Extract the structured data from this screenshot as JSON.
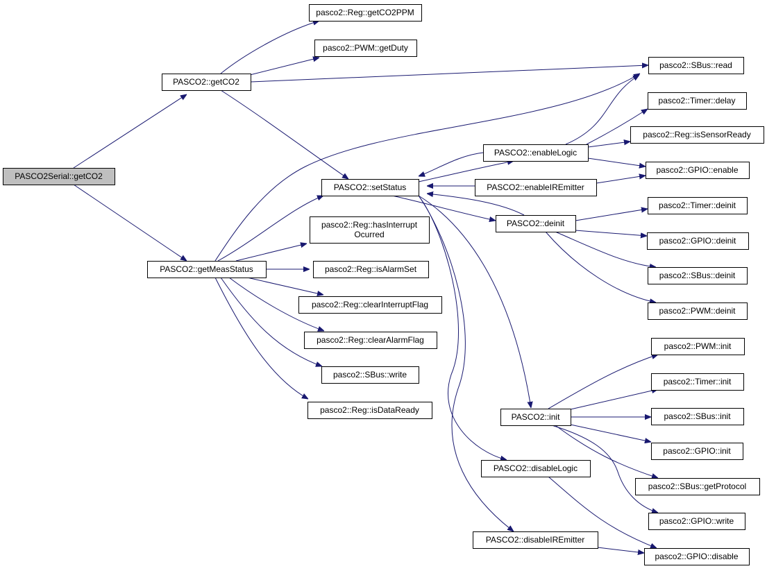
{
  "graph": {
    "colors": {
      "edge": "#191970",
      "root_fill": "#bfbfbf",
      "node_fill": "#ffffff",
      "border": "#000000"
    },
    "nodes": {
      "root": "PASCO2Serial::getCO2",
      "getCO2": "PASCO2::getCO2",
      "getMeasStatus": "PASCO2::getMeasStatus",
      "regGetCO2PPM": "pasco2::Reg::getCO2PPM",
      "pwmGetDuty": "pasco2::PWM::getDuty",
      "setStatus": "PASCO2::setStatus",
      "hasInterrupt": [
        "pasco2::Reg::hasInterrupt",
        "Ocurred"
      ],
      "isAlarmSet": "pasco2::Reg::isAlarmSet",
      "clearInterruptFlag": "pasco2::Reg::clearInterruptFlag",
      "clearAlarmFlag": "pasco2::Reg::clearAlarmFlag",
      "sbusWrite": "pasco2::SBus::write",
      "isDataReady": "pasco2::Reg::isDataReady",
      "enableLogic": "PASCO2::enableLogic",
      "enableIREmitter": "PASCO2::enableIREmitter",
      "deinit": "PASCO2::deinit",
      "init": "PASCO2::init",
      "disableLogic": "PASCO2::disableLogic",
      "disableIREmitter": "PASCO2::disableIREmitter",
      "sbusRead": "pasco2::SBus::read",
      "timerDelay": "pasco2::Timer::delay",
      "isSensorReady": "pasco2::Reg::isSensorReady",
      "gpioEnable": "pasco2::GPIO::enable",
      "timerDeinit": "pasco2::Timer::deinit",
      "gpioDeinit": "pasco2::GPIO::deinit",
      "sbusDeinit": "pasco2::SBus::deinit",
      "pwmDeinit": "pasco2::PWM::deinit",
      "pwmInit": "pasco2::PWM::init",
      "timerInit": "pasco2::Timer::init",
      "sbusInit": "pasco2::SBus::init",
      "gpioInit": "pasco2::GPIO::init",
      "sbusGetProtocol": "pasco2::SBus::getProtocol",
      "gpioWrite": "pasco2::GPIO::write",
      "gpioDisable": "pasco2::GPIO::disable"
    },
    "edges": [
      [
        "root",
        "getCO2"
      ],
      [
        "root",
        "getMeasStatus"
      ],
      [
        "getCO2",
        "regGetCO2PPM"
      ],
      [
        "getCO2",
        "pwmGetDuty"
      ],
      [
        "getCO2",
        "sbusRead"
      ],
      [
        "getCO2",
        "setStatus"
      ],
      [
        "getMeasStatus",
        "sbusRead"
      ],
      [
        "getMeasStatus",
        "setStatus"
      ],
      [
        "getMeasStatus",
        "hasInterrupt"
      ],
      [
        "getMeasStatus",
        "isAlarmSet"
      ],
      [
        "getMeasStatus",
        "clearInterruptFlag"
      ],
      [
        "getMeasStatus",
        "clearAlarmFlag"
      ],
      [
        "getMeasStatus",
        "sbusWrite"
      ],
      [
        "getMeasStatus",
        "isDataReady"
      ],
      [
        "setStatus",
        "enableLogic"
      ],
      [
        "setStatus",
        "deinit"
      ],
      [
        "setStatus",
        "init"
      ],
      [
        "setStatus",
        "disableLogic"
      ],
      [
        "setStatus",
        "disableIREmitter"
      ],
      [
        "enableLogic",
        "setStatus"
      ],
      [
        "enableIREmitter",
        "setStatus"
      ],
      [
        "deinit",
        "setStatus"
      ],
      [
        "enableLogic",
        "sbusRead"
      ],
      [
        "enableLogic",
        "timerDelay"
      ],
      [
        "enableLogic",
        "isSensorReady"
      ],
      [
        "enableLogic",
        "gpioEnable"
      ],
      [
        "enableIREmitter",
        "gpioEnable"
      ],
      [
        "deinit",
        "timerDeinit"
      ],
      [
        "deinit",
        "gpioDeinit"
      ],
      [
        "deinit",
        "sbusDeinit"
      ],
      [
        "deinit",
        "pwmDeinit"
      ],
      [
        "init",
        "pwmInit"
      ],
      [
        "init",
        "timerInit"
      ],
      [
        "init",
        "sbusInit"
      ],
      [
        "init",
        "gpioInit"
      ],
      [
        "init",
        "sbusGetProtocol"
      ],
      [
        "init",
        "gpioWrite"
      ],
      [
        "disableLogic",
        "gpioDisable"
      ],
      [
        "disableIREmitter",
        "gpioDisable"
      ]
    ]
  }
}
